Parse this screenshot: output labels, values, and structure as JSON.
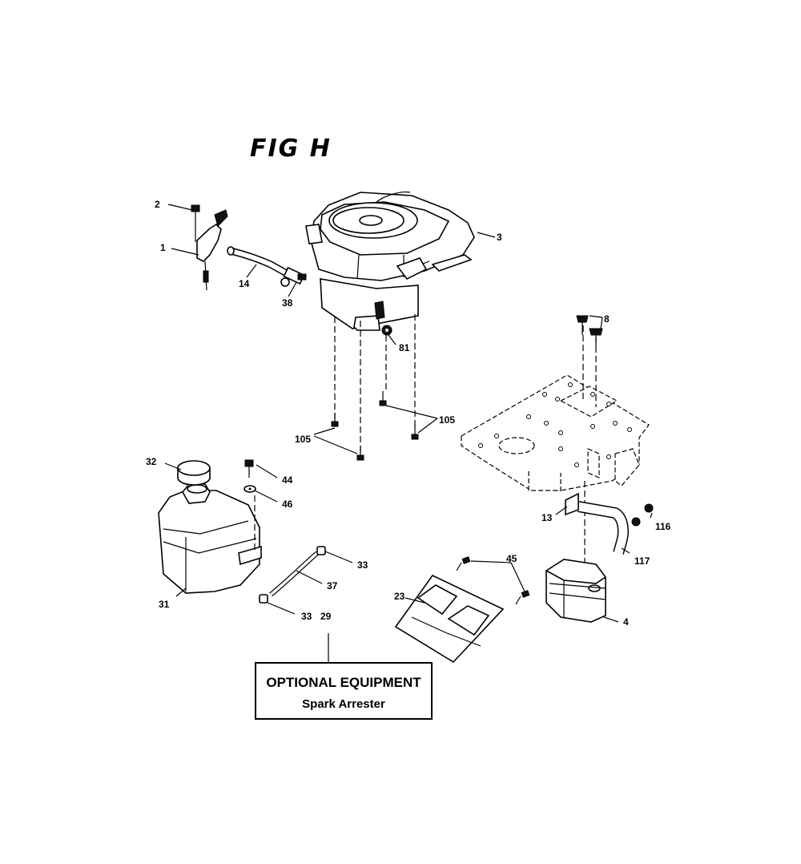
{
  "figure": {
    "title": "FIG H"
  },
  "labels": {
    "p1": "1",
    "p2": "2",
    "p3": "3",
    "p4": "4",
    "p8": "8",
    "p13": "13",
    "p14": "14",
    "p23": "23",
    "p29": "29",
    "p31": "31",
    "p32": "32",
    "p33a": "33",
    "p33b": "33",
    "p37": "37",
    "p38": "38",
    "p44": "44",
    "p45": "45",
    "p46": "46",
    "p81": "81",
    "p105a": "105",
    "p105b": "105",
    "p116": "116",
    "p117": "117"
  },
  "optional_box": {
    "line1": "OPTIONAL EQUIPMENT",
    "line2": "Spark Arrester"
  }
}
